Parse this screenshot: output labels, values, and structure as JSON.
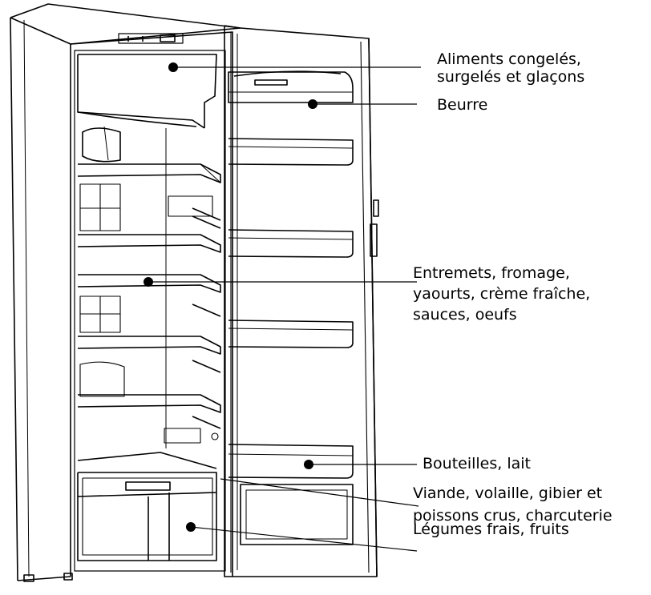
{
  "labels": {
    "frozen": [
      "Aliments congelés,",
      "surgelés et glaçons"
    ],
    "butter": [
      "Beurre"
    ],
    "dairy": [
      "Entremets, fromage,",
      "yaourts, crème fraîche,",
      "sauces, oeufs"
    ],
    "bottles": [
      "Bouteilles, lait"
    ],
    "meat": [
      "Viande, volaille, gibier et",
      "poissons crus, charcuterie"
    ],
    "vegetables": [
      "Légumes frais, fruits"
    ]
  },
  "colors": {
    "line": "#000000",
    "background": "#ffffff"
  }
}
